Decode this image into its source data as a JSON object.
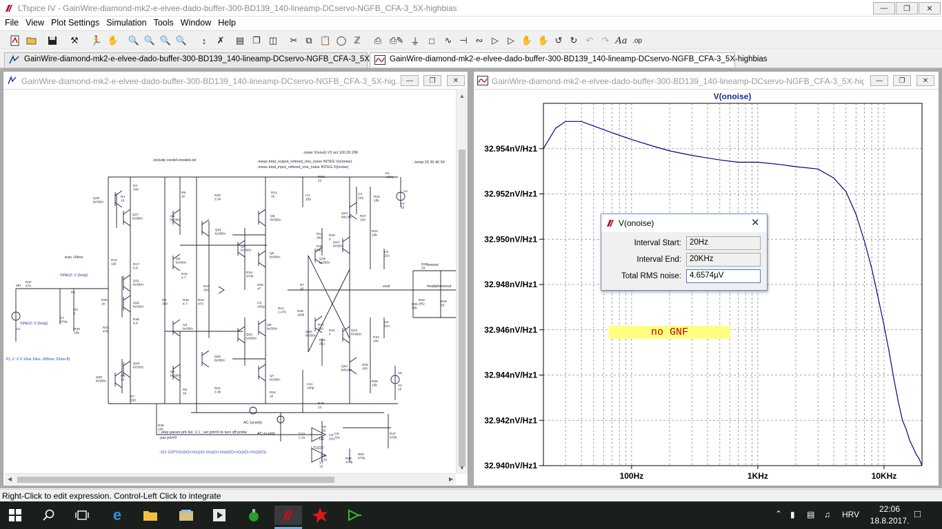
{
  "app": {
    "title": "LTspice IV - GainWire-diamond-mk2-e-elvee-dado-buffer-300-BD139_140-lineamp-DCservo-NGFB_CFA-3_5X-highbias"
  },
  "menu": [
    "File",
    "View",
    "Plot Settings",
    "Simulation",
    "Tools",
    "Window",
    "Help"
  ],
  "tabs": [
    {
      "label": "GainWire-diamond-mk2-e-elvee-dado-buffer-300-BD139_140-lineamp-DCservo-NGFB_CFA-3_5X-highbias"
    },
    {
      "label": "GainWire-diamond-mk2-e-elvee-dado-buffer-300-BD139_140-lineamp-DCservo-NGFB_CFA-3_5X-highbias"
    }
  ],
  "schematic_window": {
    "title": "GainWire-diamond-mk2-e-elvee-dado-buffer-300-BD139_140-lineamp-DCservo-NGFB_CFA-3_5X-hig...",
    "directives": {
      "noise": ".noise V(vout) V3 oct 100 20 20K",
      "include": ".include cordell-models.txt",
      "meas1": ".meas total_output_refered_rms_noise INTEG V(onoise)",
      "meas2": ".meas total_input_refered_rms_noise INTEG V(inoise)",
      "temp": ";.temp 20 30 40 50",
      "tran": ";tran .04ms",
      "sine1": "SINE(0 .2 {freq})",
      "sine2": "SINE(0 .5 {freq})",
      "pulse": "P(-.2 -2 0 10ns 10ns .005ms .01ms 8)",
      "step": ";.step param prb list -1 1 ; set prb=0 to turn off probe",
      "param": ".par prb=0",
      "formula": "-V(1-1/(2*(V(v))/(2+V(x))/(2-V(x))(1+V(x))/(Z)+V(x))/(1+V(x))/(Z))"
    },
    "labels": {
      "vin": "vin",
      "vout": "vout",
      "headphoneout": "headphoneout",
      "hneout": "hneout",
      "ac1": "AC {ui-prb}",
      "ac2": "AC {u-prb}",
      "opamp": "LT1022",
      "u1": "U1"
    },
    "parts": [
      "R37 470",
      "C7 470p",
      "R2 1",
      "R29 10k",
      "P1",
      "V3",
      "R36 22k",
      "Q18 bc560c",
      "Q17 bc560c",
      "R3 10",
      "R4 330",
      "R10 12k",
      "R17 6.8",
      "Q11 bc560c",
      "R30 1k",
      "Q12 bc550c",
      "R46 6.8",
      "R41 47k",
      "Q19 bc550c",
      "Q20 bc550c",
      "R6 10",
      "R7 330",
      "R5 1k",
      "Q1 bc560c",
      "R20 3.3k",
      "Q21 bc560c",
      "Q3 bc550c",
      "R44 4.7",
      "R9 330",
      "R45 4.7",
      "R12 470",
      "R19 330",
      "Q4 bc560c",
      "Q22 bc550c",
      "Q2 bc550c",
      "R8 1k",
      "R21 3.3k",
      "R14 1k",
      "Q5 bc560c",
      "Q9 bc550c",
      "Q6 bc560c",
      "R18 470k",
      "R39 47",
      "C2 150p",
      "Q8 bc550c",
      "Q10 bc560c",
      "Q7 bc550c",
      "R16 1k",
      "C4 10p",
      "RM2 22",
      "R13 2k2",
      "R40 0",
      "R30 560",
      "Q15 bc560c",
      "R11 1.47k",
      "R48 100k",
      "R7 10",
      "R31 560",
      "R41 0",
      "Q16 bc550c",
      "R15 2k2",
      "C11 100p",
      "R43 22",
      "C3 22p",
      "R22 15k",
      "Q23 bd139c",
      "R27 100",
      "Q13 bc550c",
      "R23 10k",
      "C5 22u",
      "Q14 bc560c",
      "R24 10k",
      "R28 100",
      "Q24 bd140c",
      "R26 15k",
      "C6 22u",
      "R1 .0001",
      "V4",
      "V1 15",
      "R34 33",
      "R25 10k",
      "R32 2R2",
      "R33 33",
      "V5",
      "V2 15",
      "V6 15",
      "C8 22u",
      "C13 2.2u",
      "R47 470k",
      "R49 470k",
      "R50 470k",
      "C12 2.2u",
      "V7 15",
      "C9 22u"
    ]
  },
  "plot_window": {
    "title": "GainWire-diamond-mk2-e-elvee-dado-buffer-300-BD139_140-lineamp-DCservo-NGFB_CFA-3_5X-hig...",
    "annotation": "no GNF"
  },
  "chart_data": {
    "type": "line",
    "title": "V(onoise)",
    "xlabel": "",
    "ylabel": "",
    "x_scale": "log",
    "xlim": [
      20,
      20000
    ],
    "ylim": [
      32.94,
      32.956
    ],
    "x_ticks": [
      "100Hz",
      "1KHz",
      "10KHz"
    ],
    "y_ticks": [
      "32.954nV/Hz1",
      "32.952nV/Hz1",
      "32.950nV/Hz1",
      "32.948nV/Hz1",
      "32.946nV/Hz1",
      "32.944nV/Hz1",
      "32.942nV/Hz1",
      "32.940nV/Hz1"
    ],
    "grid": true,
    "series": [
      {
        "name": "V(onoise)",
        "color": "#00008b",
        "x": [
          20,
          25,
          30,
          40,
          50,
          70,
          100,
          150,
          200,
          300,
          500,
          700,
          1000,
          1500,
          2000,
          3000,
          4000,
          5000,
          6000,
          7000,
          8000,
          9000,
          10000,
          11000,
          12000,
          13000,
          14000,
          15000,
          16000,
          17000,
          18000,
          19000,
          20000
        ],
        "y": [
          32.954,
          32.9549,
          32.9552,
          32.9552,
          32.955,
          32.9547,
          32.9544,
          32.9541,
          32.9539,
          32.9537,
          32.9535,
          32.9534,
          32.9534,
          32.9533,
          32.9532,
          32.9531,
          32.9527,
          32.9521,
          32.9511,
          32.9499,
          32.9487,
          32.9474,
          32.9462,
          32.945,
          32.9438,
          32.9428,
          32.942,
          32.9416,
          32.9411,
          32.9408,
          32.9405,
          32.9403,
          32.94
        ]
      }
    ]
  },
  "dialog": {
    "title": "V(onoise)",
    "interval_start_label": "Interval Start:",
    "interval_start_value": "20Hz",
    "interval_end_label": "Interval End:",
    "interval_end_value": "20KHz",
    "rms_label": "Total RMS noise:",
    "rms_value": "4.6574µV"
  },
  "status": "Right-Click to edit expression. Control-Left Click to integrate",
  "taskbar": {
    "language": "HRV",
    "time": "22:06",
    "date": "18.8.2017."
  }
}
